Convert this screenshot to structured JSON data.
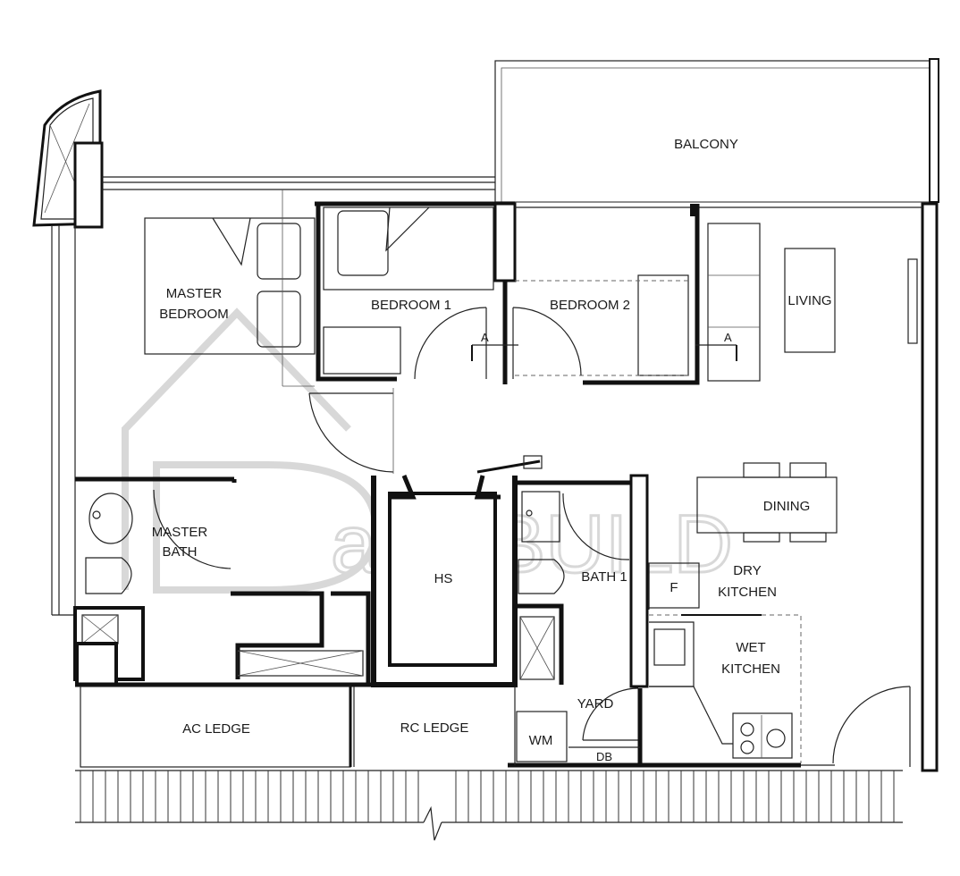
{
  "rooms": {
    "balcony": "BALCONY",
    "master_bedroom_line1": "MASTER",
    "master_bedroom_line2": "BEDROOM",
    "bedroom1": "BEDROOM 1",
    "bedroom2": "BEDROOM 2",
    "living": "LIVING",
    "dining": "DINING",
    "master_bath_line1": "MASTER",
    "master_bath_line2": "BATH",
    "hs": "HS",
    "bath1": "BATH 1",
    "fridge": "F",
    "dry_kitchen_line1": "DRY",
    "dry_kitchen_line2": "KITCHEN",
    "wet_kitchen_line1": "WET",
    "wet_kitchen_line2": "KITCHEN",
    "yard": "YARD",
    "ac_ledge": "AC LEDGE",
    "rc_ledge": "RC LEDGE",
    "wm": "WM",
    "db": "DB"
  },
  "section_marks": {
    "left": "A",
    "right": "A"
  },
  "watermark": "attri.BUILD"
}
